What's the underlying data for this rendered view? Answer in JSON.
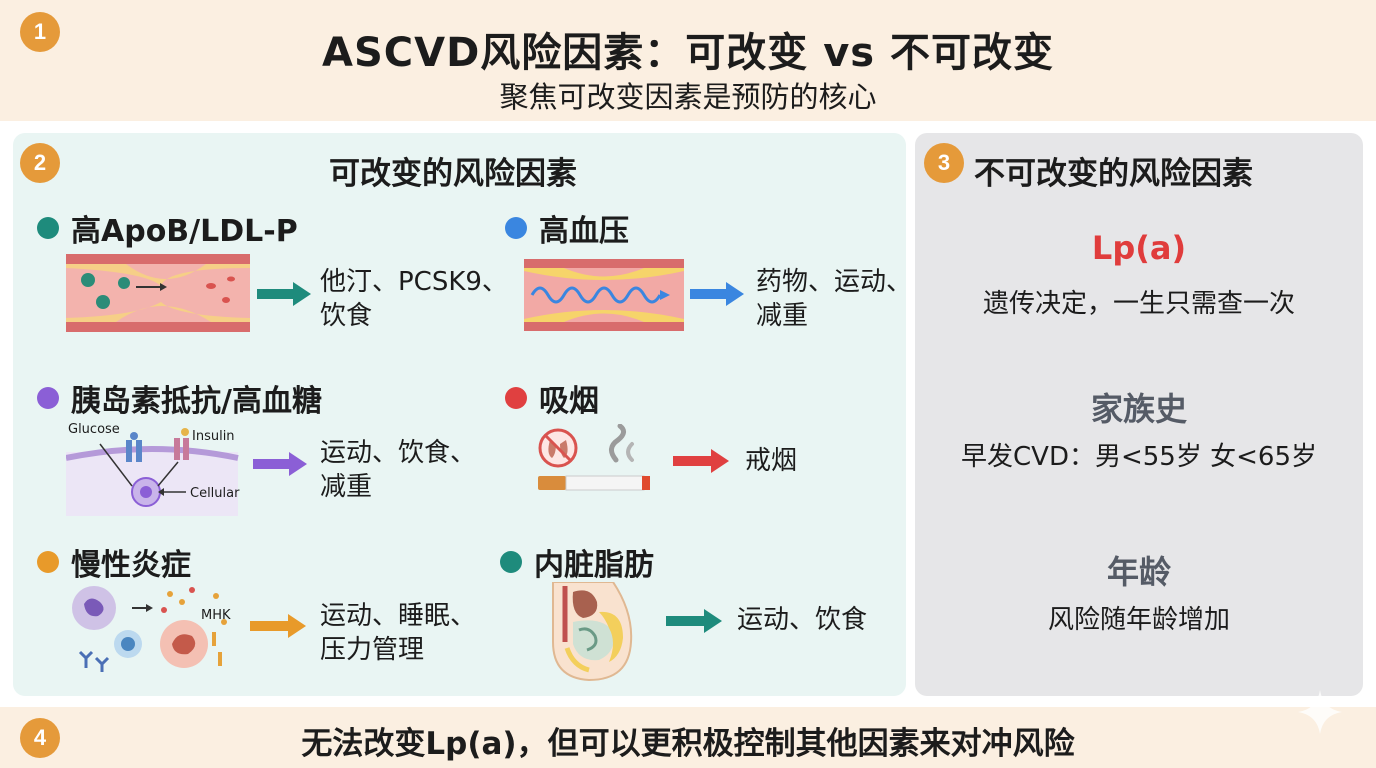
{
  "header": {
    "number": "1",
    "title": "ASCVD风险因素：可改变 vs 不可改变",
    "subtitle": "聚焦可改变因素是预防的核心"
  },
  "modifiable": {
    "number": "2",
    "title": "可改变的风险因素",
    "factors": [
      {
        "name": "高ApoB/LDL-P",
        "remedy_line1": "他汀、PCSK9、",
        "remedy_line2": "饮食",
        "dot_color": "#1e8b7c",
        "arrow_color": "#1e8b7c",
        "icon": "artery-plaque-icon"
      },
      {
        "name": "高血压",
        "remedy_line1": "药物、运动、",
        "remedy_line2": "减重",
        "dot_color": "#3a86e0",
        "arrow_color": "#3a86e0",
        "icon": "artery-pressure-icon"
      },
      {
        "name": "胰岛素抵抗/高血糖",
        "remedy_line1": "运动、饮食、",
        "remedy_line2": "减重",
        "dot_color": "#8b5fd6",
        "arrow_color": "#8b5fd6",
        "icon": "insulin-cell-icon",
        "labels": {
          "glucose": "Glucose",
          "insulin": "Insulin",
          "cellular": "Cellular"
        }
      },
      {
        "name": "吸烟",
        "remedy_line1": "戒烟",
        "remedy_line2": "",
        "dot_color": "#e04040",
        "arrow_color": "#e04040",
        "icon": "cigarette-icon"
      },
      {
        "name": "慢性炎症",
        "remedy_line1": "运动、睡眠、",
        "remedy_line2": "压力管理",
        "dot_color": "#e89a2a",
        "arrow_color": "#e89a2a",
        "icon": "immune-cells-icon",
        "labels": {
          "mhk": "MHK"
        }
      },
      {
        "name": "内脏脂肪",
        "remedy_line1": "运动、饮食",
        "remedy_line2": "",
        "dot_color": "#1e8b7c",
        "arrow_color": "#1e8b7c",
        "icon": "visceral-fat-icon"
      }
    ]
  },
  "non_modifiable": {
    "number": "3",
    "title": "不可改变的风险因素",
    "factors": [
      {
        "title": "Lp(a)",
        "desc": "遗传决定，一生只需查一次",
        "title_color": "#e03c3c"
      },
      {
        "title": "家族史",
        "desc": "早发CVD：男<55岁 女<65岁",
        "title_color": "#555b66"
      },
      {
        "title": "年龄",
        "desc": "风险随年龄增加",
        "title_color": "#555b66"
      }
    ]
  },
  "footer": {
    "number": "4",
    "text": "无法改变Lp(a)，但可以更积极控制其他因素来对冲风险"
  },
  "colors": {
    "band": "#fbefe1",
    "left_panel": "#e9f5f3",
    "right_panel": "#e6e6e8",
    "badge": "#e59a3a"
  }
}
